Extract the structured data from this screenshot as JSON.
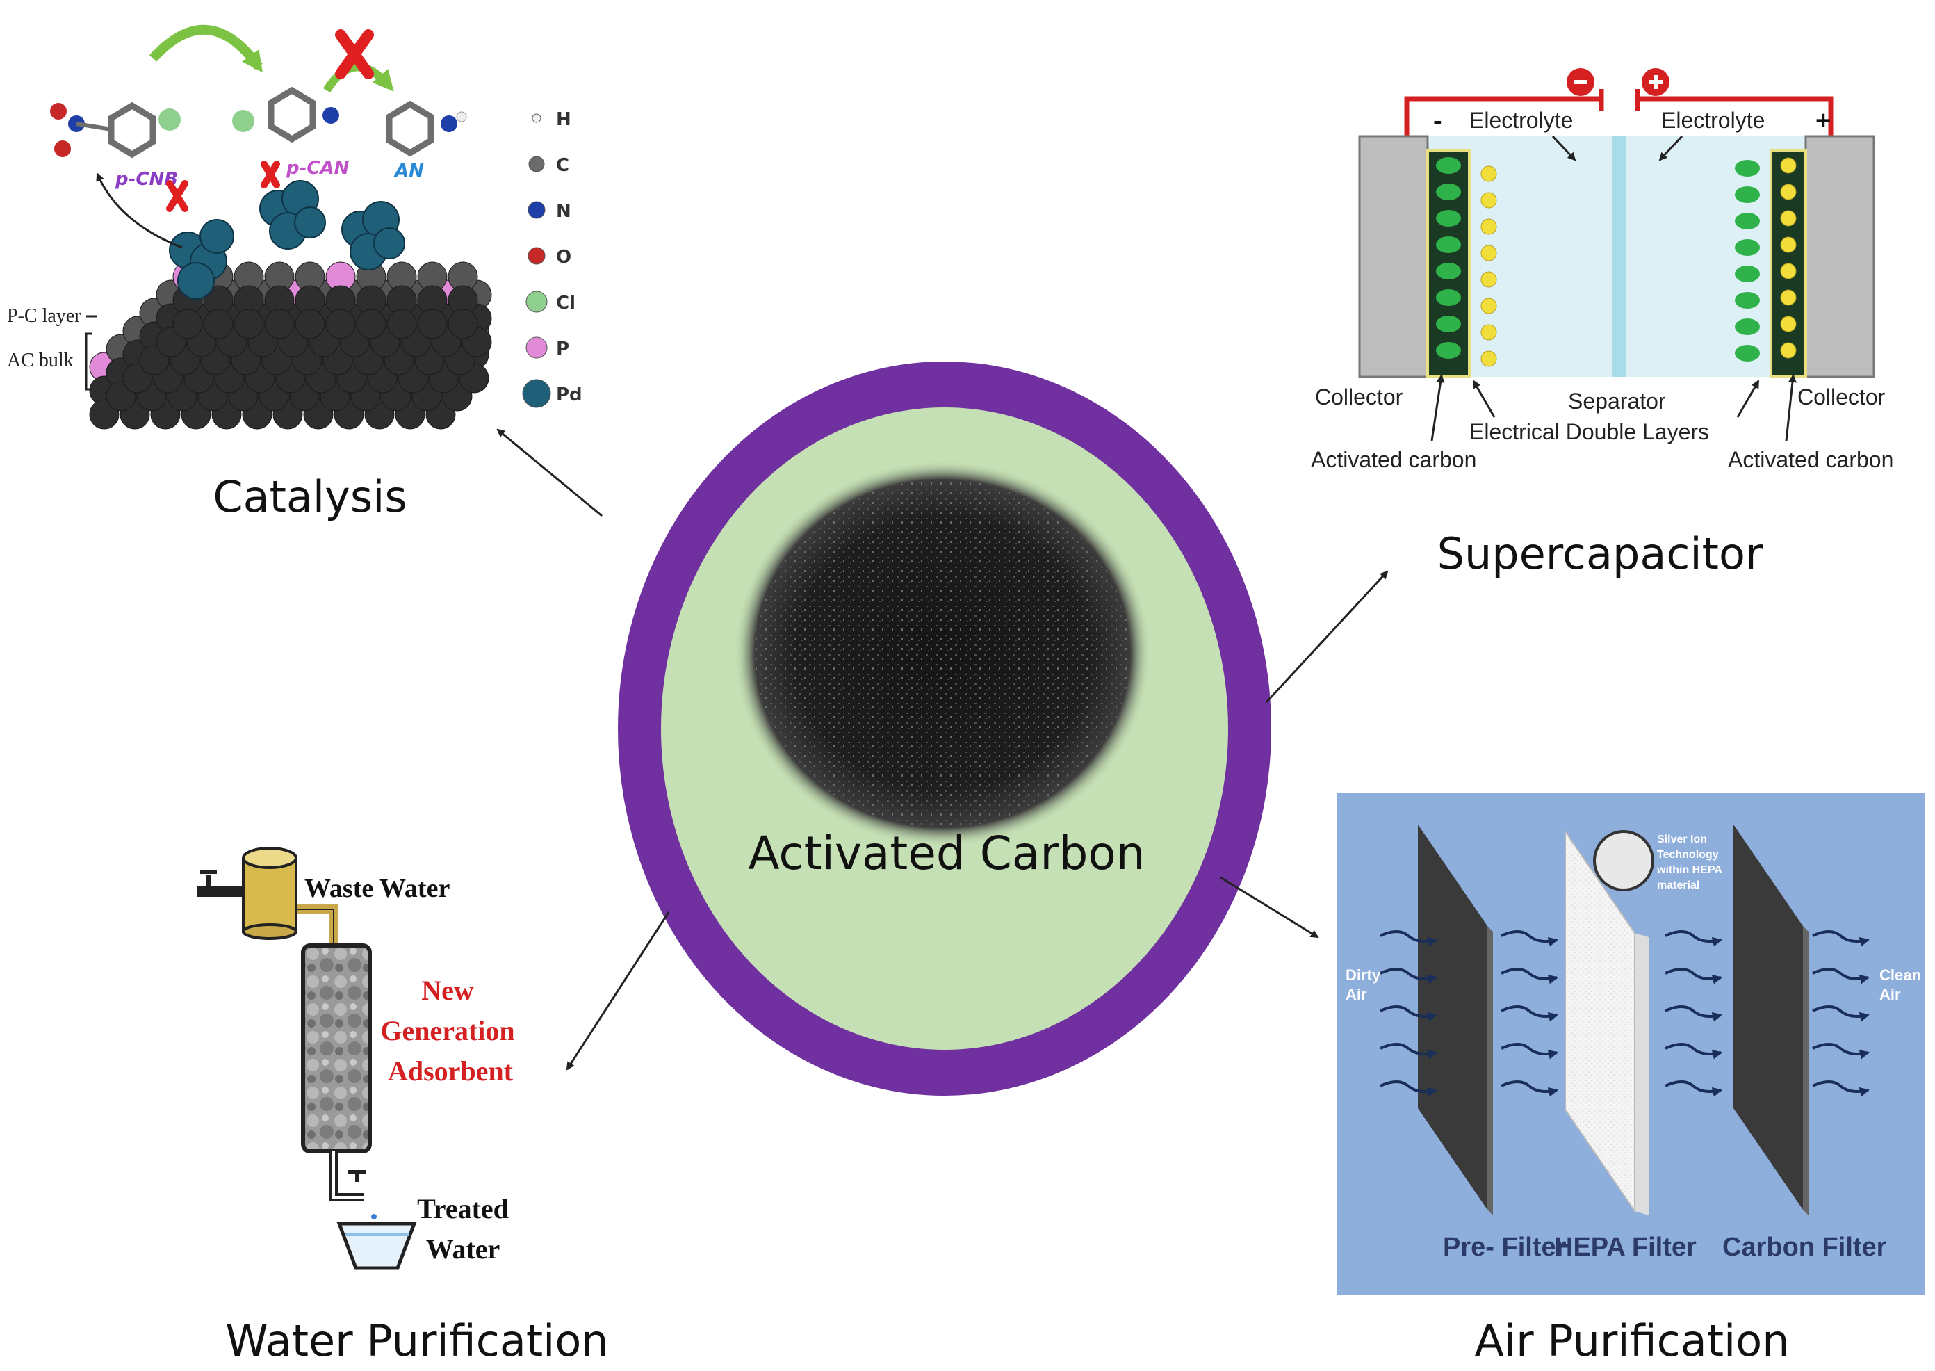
{
  "center": {
    "label": "Activated Carbon"
  },
  "catalysis": {
    "title": "Catalysis",
    "molecules": [
      "p-CNB",
      "p-CAN",
      "AN"
    ],
    "layer_labels": [
      "P-C layer",
      "AC bulk"
    ],
    "legend": [
      {
        "symbol": "H",
        "color": "#f2f2f2"
      },
      {
        "symbol": "C",
        "color": "#6b6b6b"
      },
      {
        "symbol": "N",
        "color": "#1f3fa8"
      },
      {
        "symbol": "O",
        "color": "#c62828"
      },
      {
        "symbol": "Cl",
        "color": "#8fd08f"
      },
      {
        "symbol": "P",
        "color": "#e08ad8"
      },
      {
        "symbol": "Pd",
        "color": "#1f5f78"
      }
    ]
  },
  "supercapacitor": {
    "title": "Supercapacitor",
    "neg_sign": "-",
    "pos_sign": "+",
    "electrolyte_left": "Electrolyte",
    "electrolyte_right": "Electrolyte",
    "collector_left": "Collector",
    "collector_right": "Collector",
    "separator": "Separator",
    "double_layers": "Electrical Double Layers",
    "ac_left": "Activated carbon",
    "ac_right": "Activated carbon"
  },
  "water": {
    "title": "Water Purification",
    "waste": "Waste Water",
    "adsorbent_lines": [
      "New",
      "Generation",
      "Adsorbent"
    ],
    "treated_lines": [
      "Treated",
      "Water"
    ]
  },
  "air": {
    "title": "Air Purification",
    "dirty": [
      "Dirty",
      "Air"
    ],
    "clean": [
      "Clean",
      "Air"
    ],
    "silver_note": [
      "Silver Ion",
      "Technology",
      "within HEPA",
      "material"
    ],
    "filters": [
      "Pre- Filter",
      "HEPA Filter",
      "Carbon Filter"
    ]
  },
  "colors": {
    "ring": "#7030a0",
    "inner_fill": "#c5e0b4",
    "red": "#d42020",
    "air_bg": "#8eaedc"
  }
}
